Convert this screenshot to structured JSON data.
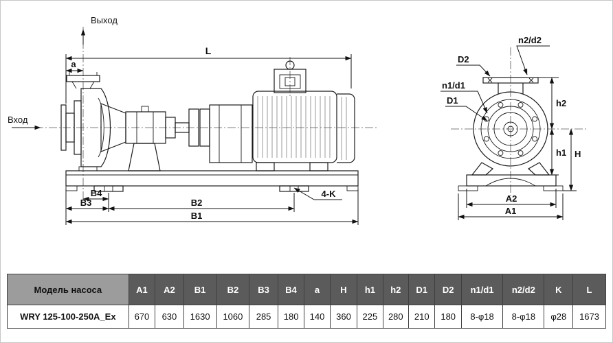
{
  "drawing": {
    "labels": {
      "outlet": "Выход",
      "inlet": "Вход",
      "L": "L",
      "a": "a",
      "B4": "B4",
      "B3": "B3",
      "B2": "B2",
      "B1": "B1",
      "k_callout": "4-K",
      "D2": "D2",
      "n2d2": "n2/d2",
      "n1d1": "n1/d1",
      "D1": "D1",
      "h2": "h2",
      "h1": "h1",
      "H": "H",
      "A2": "A2",
      "A1": "A1"
    }
  },
  "table": {
    "headers": [
      "Модель насоса",
      "A1",
      "A2",
      "B1",
      "B2",
      "B3",
      "B4",
      "a",
      "H",
      "h1",
      "h2",
      "D1",
      "D2",
      "n1/d1",
      "n2/d2",
      "K",
      "L"
    ],
    "rows": [
      [
        "WRY 125-100-250A_Ex",
        "670",
        "630",
        "1630",
        "1060",
        "285",
        "180",
        "140",
        "360",
        "225",
        "280",
        "210",
        "180",
        "8-φ18",
        "8-φ18",
        "φ28",
        "1673"
      ]
    ]
  },
  "colors": {
    "header_bg": "#5b5b5b",
    "header_model_bg": "#9c9c9c",
    "line": "#1a1a1a",
    "border": "#3f3f3f"
  }
}
